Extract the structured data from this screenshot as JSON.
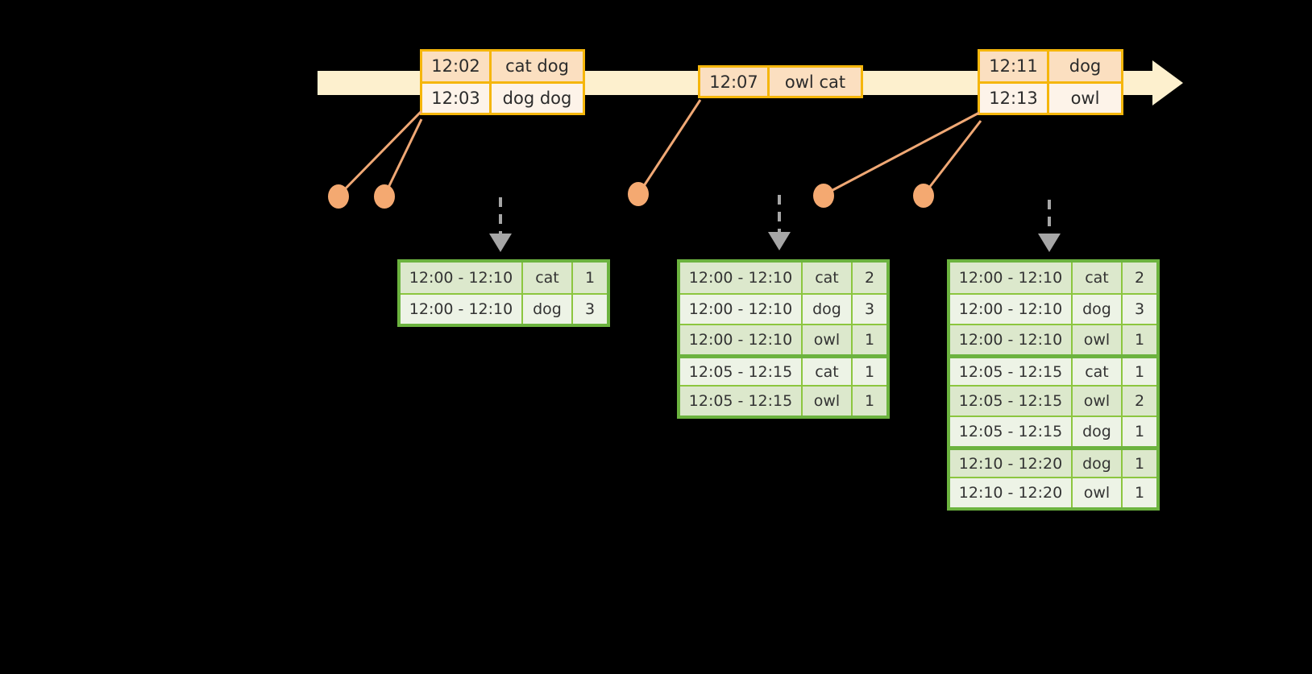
{
  "diagram": {
    "title": "windowed-word-count-timeline",
    "colors": {
      "background": "#000000",
      "timeline_fill": "#FDF0CE",
      "event_border": "#F5B60B",
      "event_fill_dark": "#FBDFC0",
      "event_fill_light": "#FDF3E9",
      "table_border": "#6CB33F",
      "table_grid": "#8CC63F",
      "table_band_dark": "#DCE8CC",
      "table_band_light": "#EDF3E6",
      "connector_line": "#F0A875",
      "event_dot": "#F4A971",
      "arrow": "#A6A6A6"
    }
  },
  "timeline": {
    "event_groups": [
      {
        "name": "group-1",
        "events": [
          {
            "time": "12:02",
            "words": "cat dog"
          },
          {
            "time": "12:03",
            "words": "dog dog"
          }
        ]
      },
      {
        "name": "group-2",
        "events": [
          {
            "time": "12:07",
            "words": "owl cat"
          }
        ]
      },
      {
        "name": "group-3",
        "events": [
          {
            "time": "12:11",
            "words": "dog"
          },
          {
            "time": "12:13",
            "words": "owl"
          }
        ]
      }
    ]
  },
  "results": [
    {
      "name": "result-table-1",
      "rows": [
        {
          "window": "12:00 - 12:10",
          "key": "cat",
          "count": "1"
        },
        {
          "window": "12:00 - 12:10",
          "key": "dog",
          "count": "3"
        }
      ]
    },
    {
      "name": "result-table-2",
      "rows": [
        {
          "window": "12:00 - 12:10",
          "key": "cat",
          "count": "2"
        },
        {
          "window": "12:00 - 12:10",
          "key": "dog",
          "count": "3"
        },
        {
          "window": "12:00 - 12:10",
          "key": "owl",
          "count": "1"
        },
        {
          "window": "12:05 - 12:15",
          "key": "cat",
          "count": "1"
        },
        {
          "window": "12:05 - 12:15",
          "key": "owl",
          "count": "1"
        }
      ]
    },
    {
      "name": "result-table-3",
      "rows": [
        {
          "window": "12:00 - 12:10",
          "key": "cat",
          "count": "2"
        },
        {
          "window": "12:00 - 12:10",
          "key": "dog",
          "count": "3"
        },
        {
          "window": "12:00 - 12:10",
          "key": "owl",
          "count": "1"
        },
        {
          "window": "12:05 - 12:15",
          "key": "cat",
          "count": "1"
        },
        {
          "window": "12:05 - 12:15",
          "key": "owl",
          "count": "2"
        },
        {
          "window": "12:05 - 12:15",
          "key": "dog",
          "count": "1"
        },
        {
          "window": "12:10 - 12:20",
          "key": "dog",
          "count": "1"
        },
        {
          "window": "12:10 - 12:20",
          "key": "owl",
          "count": "1"
        }
      ]
    }
  ]
}
